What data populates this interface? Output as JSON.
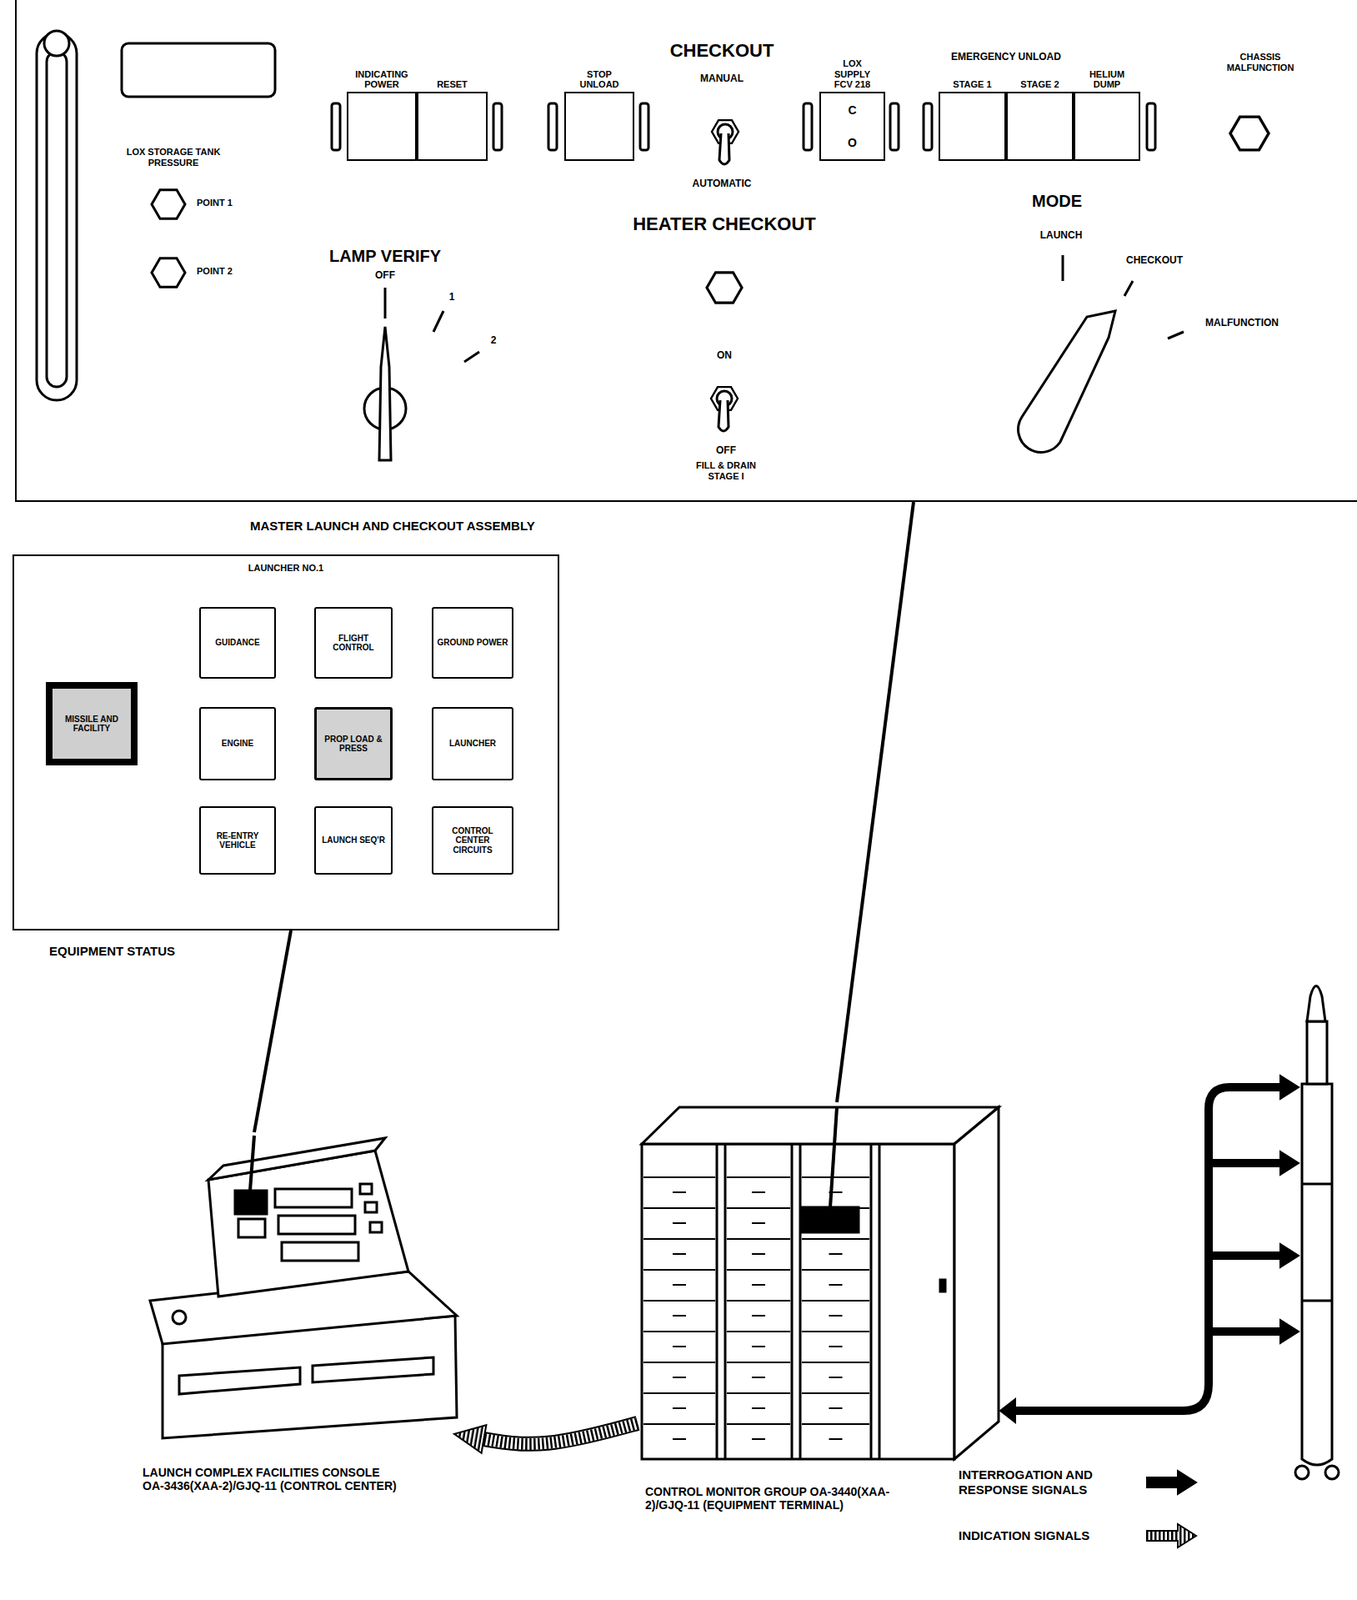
{
  "diagram": {
    "nodes": [
      {
        "text": [
          "MASTER LAUNCH AND CHECKOUT ASSEMBLY"
        ]
      },
      {
        "text": [
          "INDICATING POWER"
        ],
        "in": 0
      },
      {
        "text": [
          "RESET"
        ],
        "in": 0
      },
      {
        "text": [
          "STOP UNLOAD"
        ],
        "in": 0
      },
      {
        "text": [
          "LOX SUPPLY FCV 218",
          "C",
          "O"
        ],
        "in": 0
      },
      {
        "text": [
          "STAGE 1"
        ],
        "in": 0
      },
      {
        "text": [
          "STAGE 2"
        ],
        "in": 0
      },
      {
        "text": [
          "HELIUM DUMP"
        ],
        "in": 0
      },
      {
        "text": [
          "LAUNCHER NO.1",
          "EQUIPMENT STATUS"
        ]
      },
      {
        "text": [
          "MISSILE AND FACILITY"
        ],
        "in": 8
      },
      {
        "text": [
          "GUIDANCE"
        ],
        "in": 8
      },
      {
        "text": [
          "FLIGHT CONTROL"
        ],
        "in": 8
      },
      {
        "text": [
          "GROUND POWER"
        ],
        "in": 8
      },
      {
        "text": [
          "ENGINE"
        ],
        "in": 8
      },
      {
        "text": [
          "PROP LOAD & PRESS"
        ],
        "in": 8
      },
      {
        "text": [
          "LAUNCHER"
        ],
        "in": 8
      },
      {
        "text": [
          "RE-ENTRY VEHICLE"
        ],
        "in": 8
      },
      {
        "text": [
          "LAUNCH SEQ'R"
        ],
        "in": 8
      },
      {
        "text": [
          "CONTROL CENTER CIRCUITS"
        ],
        "in": 8
      },
      {
        "text": [
          "LAUNCH COMPLEX FACILITIES CONSOLE OA-3436(XAA-2)/GJQ-11 (CONTROL CENTER)"
        ]
      },
      {
        "text": [
          "CONTROL MONITOR GROUP OA-3440(XAA-2)/GJQ-11 (EQUIPMENT TERMINAL)"
        ]
      }
    ],
    "edges": [
      {
        "from": 20,
        "to": 19,
        "arrow": "to"
      },
      {
        "from": 0,
        "to": 20,
        "arrow": "none"
      },
      {
        "from": 8,
        "to": 19,
        "arrow": "none"
      }
    ],
    "labels": [
      "LOX STORAGE TANK PRESSURE",
      "POINT 1",
      "POINT 2",
      "CHECKOUT",
      "MANUAL",
      "AUTOMATIC",
      "EMERGENCY UNLOAD",
      "CHASSIS MALFUNCTION",
      "HEATER CHECKOUT",
      "ON",
      "OFF",
      "FILL & DRAIN STAGE I",
      "LAMP VERIFY",
      "OFF",
      "1",
      "2",
      "MODE",
      "LAUNCH",
      "CHECKOUT",
      "MALFUNCTION"
    ],
    "legend": [
      {
        "text": "INTERROGATION AND RESPONSE SIGNALS"
      },
      {
        "text": "INDICATION SIGNALS"
      }
    ]
  }
}
